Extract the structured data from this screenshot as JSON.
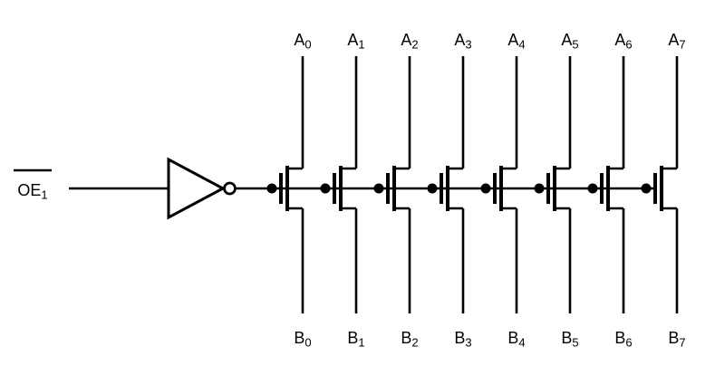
{
  "schematic": {
    "enable_input": {
      "base": "OE",
      "sub": "1",
      "overline": true
    },
    "channels": [
      {
        "top_base": "A",
        "top_sub": "0",
        "bottom_base": "B",
        "bottom_sub": "0"
      },
      {
        "top_base": "A",
        "top_sub": "1",
        "bottom_base": "B",
        "bottom_sub": "1"
      },
      {
        "top_base": "A",
        "top_sub": "2",
        "bottom_base": "B",
        "bottom_sub": "2"
      },
      {
        "top_base": "A",
        "top_sub": "3",
        "bottom_base": "B",
        "bottom_sub": "3"
      },
      {
        "top_base": "A",
        "top_sub": "4",
        "bottom_base": "B",
        "bottom_sub": "4"
      },
      {
        "top_base": "A",
        "top_sub": "5",
        "bottom_base": "B",
        "bottom_sub": "5"
      },
      {
        "top_base": "A",
        "top_sub": "6",
        "bottom_base": "B",
        "bottom_sub": "6"
      },
      {
        "top_base": "A",
        "top_sub": "7",
        "bottom_base": "B",
        "bottom_sub": "7"
      }
    ],
    "colors": {
      "ink": "#000000",
      "background": "#ffffff"
    }
  }
}
